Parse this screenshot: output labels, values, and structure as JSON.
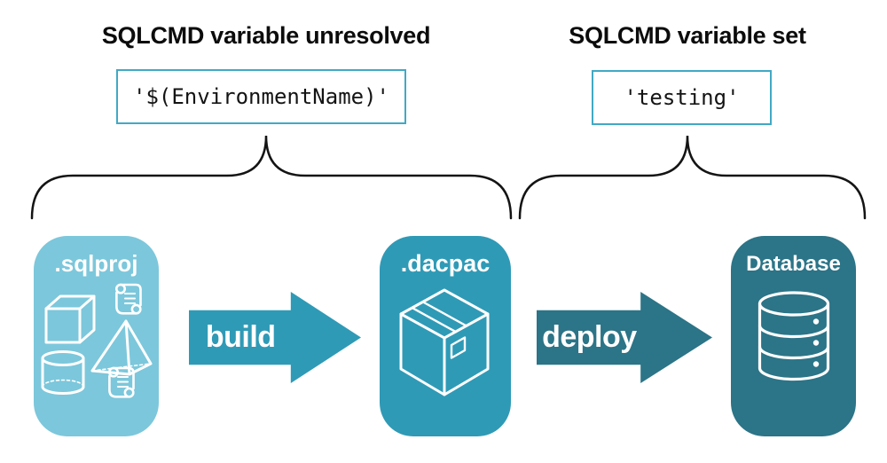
{
  "colors": {
    "light_teal": "#7CC7DB",
    "medium_teal": "#2F9AB6",
    "dark_teal": "#2C7487",
    "code_border": "#41A9C4",
    "ink": "#141414",
    "background": "#FFFFFF"
  },
  "annotations": {
    "left": {
      "title": "SQLCMD variable unresolved",
      "code": "'$(EnvironmentName)'"
    },
    "right": {
      "title": "SQLCMD variable set",
      "code": "'testing'"
    }
  },
  "pipeline": {
    "nodes": [
      {
        "id": "sqlproj",
        "label": ".sqlproj",
        "icon": "sql-source-objects-icon"
      },
      {
        "id": "dacpac",
        "label": ".dacpac",
        "icon": "package-box-icon"
      },
      {
        "id": "database",
        "label": "Database",
        "icon": "database-cylinder-icon"
      }
    ],
    "arrows": [
      {
        "id": "build",
        "label": "build"
      },
      {
        "id": "deploy",
        "label": "deploy"
      }
    ]
  }
}
